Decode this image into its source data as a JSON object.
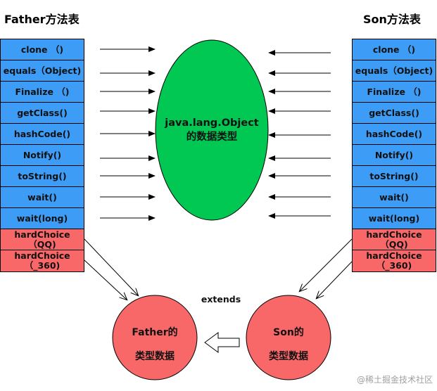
{
  "father": {
    "title": "Father方法表",
    "methods": [
      "clone （)",
      "equals（Object)",
      "Finalize （)",
      "getClass()",
      "hashCode()",
      "Notify()",
      "toString()",
      "wait()",
      "wait(long)"
    ],
    "choices": [
      "hardChoice\n（QQ)",
      "hardChoice\n（_360)"
    ]
  },
  "son": {
    "title": "Son方法表",
    "methods": [
      "clone （)",
      "equals（Object)",
      "Finalize （)",
      "getClass()",
      "hashCode()",
      "Notify()",
      "toString()",
      "wait()",
      "wait(long)"
    ],
    "choices": [
      "hardChoice\n（QQ)",
      "hardChoice\n（_360)"
    ]
  },
  "object_node": {
    "label": "java.lang.Object\n的数据类型"
  },
  "father_node": {
    "label": "Father的\n类型数据"
  },
  "son_node": {
    "label": "Son的\n类型数据"
  },
  "inheritance": {
    "label": "extends"
  },
  "watermark": "@稀土掘金技术社区",
  "colors": {
    "method_fill": "#3d9cf5",
    "choice_fill": "#f86868",
    "object_fill": "#00c853",
    "class_fill": "#f86868",
    "stroke": "#000000"
  }
}
